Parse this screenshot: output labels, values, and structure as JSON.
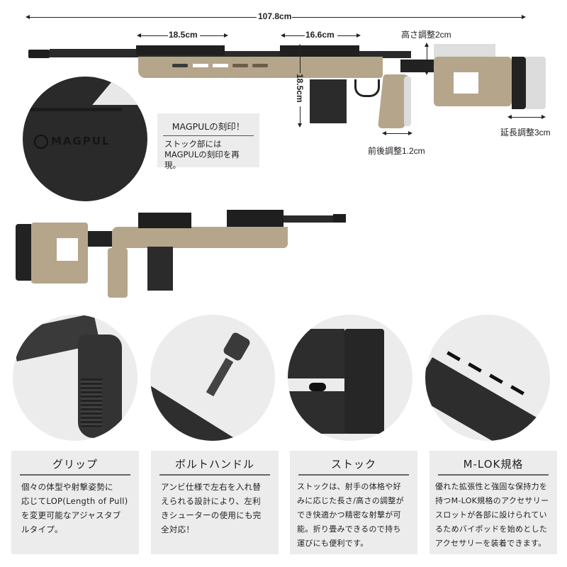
{
  "dimensions": {
    "overall_length": "107.8cm",
    "rail_front": "18.5cm",
    "rail_rear": "16.6cm",
    "height": "18.5cm",
    "cheek_height_adjust": "高さ調整2cm",
    "grip_adjust": "前後調整1.2cm",
    "stock_length_adjust": "延長調整3cm"
  },
  "callout": {
    "title": "MAGPULの刻印！",
    "body_line1": "ストック部には",
    "body_line2": "MAGPULの刻印を再現。"
  },
  "magpul_logo": "MAGPUL",
  "features": [
    {
      "title": "グリップ",
      "lines": [
        "個々の体型や射撃姿勢に",
        "応じてLOP(Length of Pull)",
        "を変更可能なアジャスタブ",
        "ルタイプ。"
      ]
    },
    {
      "title": "ボルトハンドル",
      "lines": [
        "アンビ仕様で左右を入れ替",
        "えられる設計により、左利",
        "きシューターの使用にも完",
        "全対応！"
      ]
    },
    {
      "title": "ストック",
      "lines": [
        "ストックは、射手の体格や好",
        "みに応じた長さ/高さの調整が",
        "でき快適かつ精密な射撃が可",
        "能。折り畳みできるので持ち",
        "運びにも便利です。"
      ]
    },
    {
      "title": "M-LOK規格",
      "lines": [
        "優れた拡張性と強固な保持力を",
        "持つM-LOK規格のアクセサリー",
        "スロットが各部に設けられてい",
        "るためバイポッドを始めとした",
        "アクセサリーを装着できます。"
      ]
    }
  ],
  "colors": {
    "fde_tan": "#b5a58a",
    "fde_dark": "#9c8c70",
    "black_metal": "#2a2a2a",
    "panel_gray": "#ececec"
  }
}
